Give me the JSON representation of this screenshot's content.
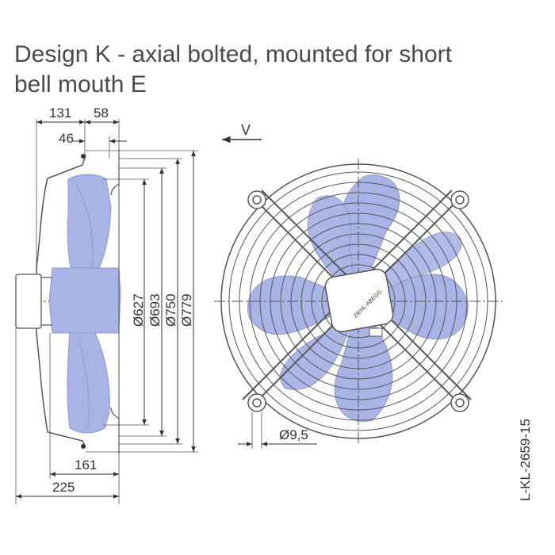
{
  "title": {
    "line1": "Design K - axial bolted, mounted for short",
    "line2": "bell mouth E"
  },
  "side_view": {
    "dim_top_1": "131",
    "dim_top_2": "58",
    "dim_top_3": "46",
    "diameters": [
      "Ø627",
      "Ø693",
      "Ø750",
      "Ø779"
    ],
    "dim_bottom_1": "161",
    "dim_bottom_2": "225"
  },
  "front_view": {
    "airflow_label": "V",
    "hole_label": "Ø9,5",
    "hub_label": "ZIEHL-ABEGG"
  },
  "drawing_code": "L-KL-2659-15",
  "colors": {
    "blade": "#a9b4e6",
    "line": "#555555",
    "text": "#4a4a4a",
    "text_dark": "#333333"
  }
}
